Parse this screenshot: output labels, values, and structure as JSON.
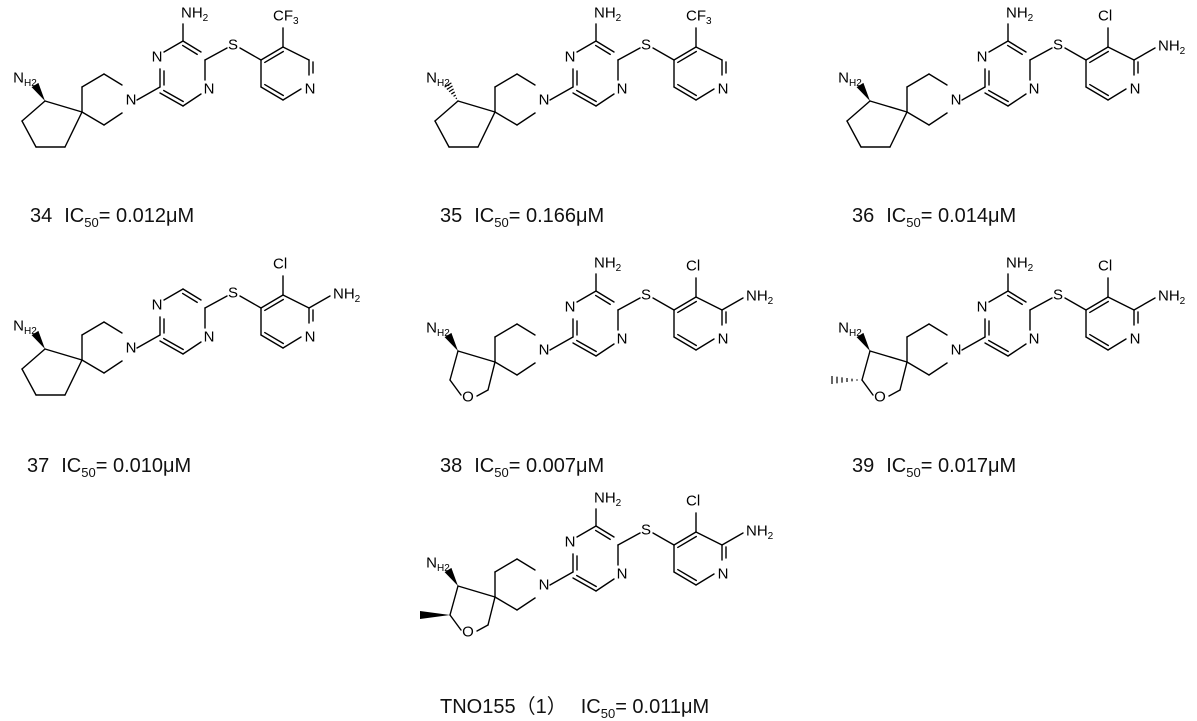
{
  "compounds": [
    {
      "id": "34",
      "ic50_label": "IC",
      "ic50_sub": "50",
      "ic50_value": "= 0.012μM",
      "tail": {
        "top": "CF",
        "top_sub": "3",
        "right": ""
      },
      "left_ring": "cyclopentane",
      "core": "pyrazine",
      "amine_wedge": "bold"
    },
    {
      "id": "35",
      "ic50_label": "IC",
      "ic50_sub": "50",
      "ic50_value": "= 0.166μM",
      "tail": {
        "top": "CF",
        "top_sub": "3",
        "right": ""
      },
      "left_ring": "cyclopentane",
      "core": "pyrazine",
      "amine_wedge": "hash"
    },
    {
      "id": "36",
      "ic50_label": "IC",
      "ic50_sub": "50",
      "ic50_value": "= 0.014μM",
      "tail": {
        "top": "Cl",
        "top_sub": "",
        "right": "NH",
        "right_sub": "2"
      },
      "left_ring": "cyclopentane",
      "core": "pyrazine",
      "amine_wedge": "bold"
    },
    {
      "id": "37",
      "ic50_label": "IC",
      "ic50_sub": "50",
      "ic50_value": "= 0.010μM",
      "tail": {
        "top": "Cl",
        "top_sub": "",
        "right": "NH",
        "right_sub": "2"
      },
      "left_ring": "cyclopentane",
      "core": "pyrazine-no-amine",
      "amine_wedge": "bold"
    },
    {
      "id": "38",
      "ic50_label": "IC",
      "ic50_sub": "50",
      "ic50_value": "= 0.007μM",
      "tail": {
        "top": "Cl",
        "top_sub": "",
        "right": "NH",
        "right_sub": "2"
      },
      "left_ring": "tetrahydrofuran",
      "core": "pyrazine",
      "amine_wedge": "bold"
    },
    {
      "id": "39",
      "ic50_label": "IC",
      "ic50_sub": "50",
      "ic50_value": "= 0.017μM",
      "tail": {
        "top": "Cl",
        "top_sub": "",
        "right": "NH",
        "right_sub": "2"
      },
      "left_ring": "methyl-tetrahydrofuran-hash",
      "core": "pyrazine",
      "amine_wedge": "bold"
    },
    {
      "id": "TNO155（1）",
      "ic50_label": "IC",
      "ic50_sub": "50",
      "ic50_value": "= 0.011μM",
      "tail": {
        "top": "Cl",
        "top_sub": "",
        "right": "NH",
        "right_sub": "2"
      },
      "left_ring": "methyl-tetrahydrofuran-bold",
      "core": "pyrazine",
      "amine_wedge": "bold"
    }
  ],
  "atoms": {
    "amine": "H",
    "amine_n": "N",
    "amine_sub": "2",
    "nitrogen": "N",
    "sulfur": "S",
    "oxygen": "O",
    "pyrazine_amine": "NH",
    "pyrazine_amine_sub": "2"
  }
}
